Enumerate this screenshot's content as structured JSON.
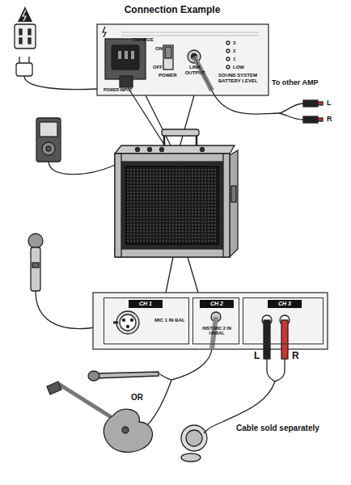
{
  "diagram": {
    "title": "Connection Example",
    "nodes": [
      {
        "text": [
          "CHARGE",
          "POWER INPUT",
          "ON",
          "OFF",
          "POWER",
          "LINK OUTPUT",
          "3",
          "2",
          "1",
          "LOW",
          "SOUND SYSTEM BATTERY LEVEL"
        ]
      },
      {
        "text": [
          "CH 1",
          "MIC 1 IN BAL"
        ]
      },
      {
        "text": [
          "CH 2",
          "INST/MIC 2 IN UNBAL"
        ]
      },
      {
        "text": [
          "CH 3"
        ]
      }
    ],
    "labels": [
      "To other AMP",
      "L",
      "R",
      "L",
      "R",
      "OR",
      "Cable sold separately"
    ]
  }
}
